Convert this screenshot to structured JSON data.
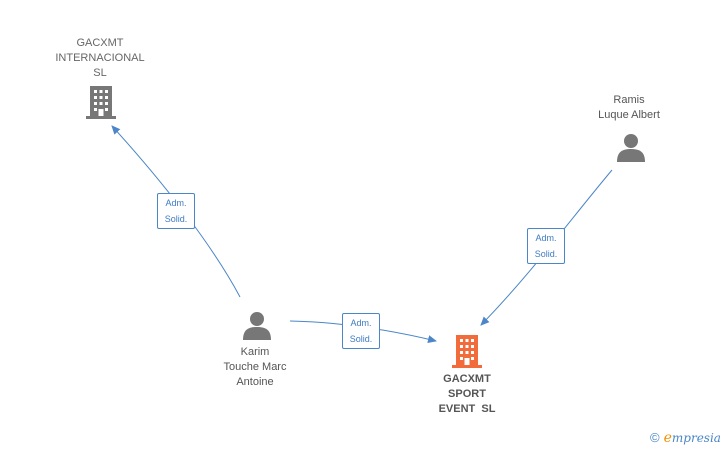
{
  "nodes": {
    "gacxmt_internacional": {
      "lines": [
        "GACXMT",
        "INTERNACIONAL",
        "SL"
      ],
      "icon": "building-icon",
      "color": "#777777"
    },
    "ramis": {
      "lines": [
        "Ramis",
        "Luque Albert"
      ],
      "icon": "person-icon",
      "color": "#777777"
    },
    "karim": {
      "lines": [
        "Karim",
        "Touche Marc",
        "Antoine"
      ],
      "icon": "person-icon",
      "color": "#777777"
    },
    "gacxmt_sport": {
      "lines": [
        "GACXMT",
        "SPORT",
        "EVENT  SL"
      ],
      "icon": "building-icon",
      "color": "#f26b3a"
    }
  },
  "edges": [
    {
      "from": "karim",
      "to": "gacxmt_internacional",
      "role": [
        "Adm.",
        "Solid."
      ]
    },
    {
      "from": "karim",
      "to": "gacxmt_sport",
      "role": [
        "Adm.",
        "Solid."
      ]
    },
    {
      "from": "ramis",
      "to": "gacxmt_sport",
      "role": [
        "Adm.",
        "Solid."
      ]
    }
  ],
  "edge_color": "#4a86c8",
  "brand": {
    "copyright": "©",
    "initial": "e",
    "rest": "mpresia"
  }
}
